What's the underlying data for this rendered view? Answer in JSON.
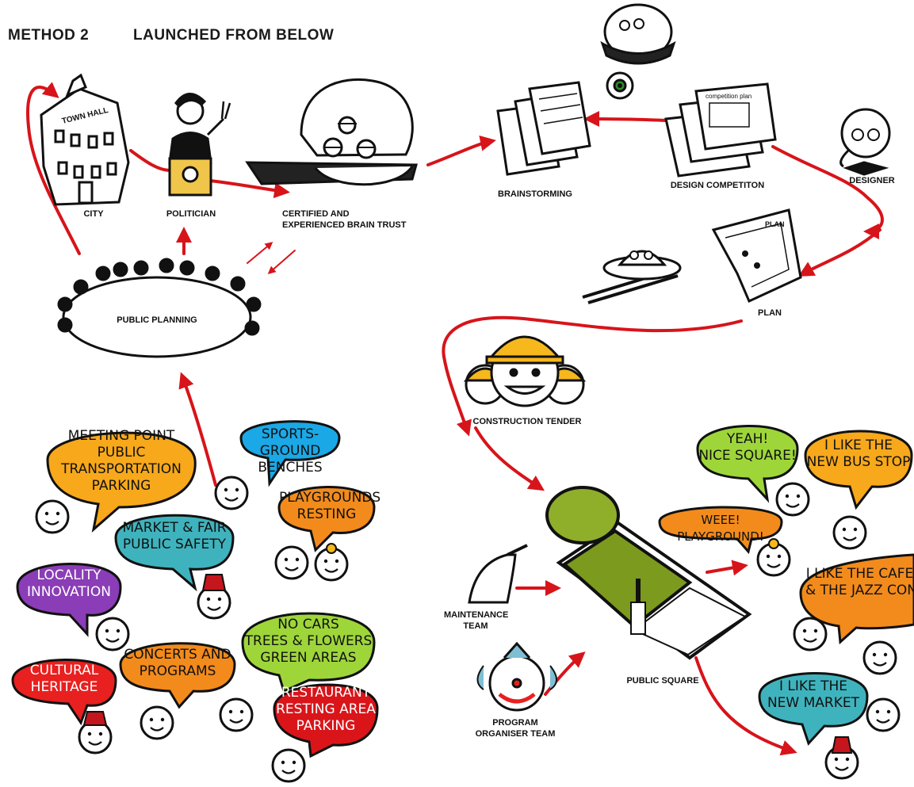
{
  "header": {
    "method": "METHOD 2",
    "title": "LAUNCHED FROM BELOW"
  },
  "nodes": {
    "city": "CITY",
    "town_hall_sign": "TOWN HALL",
    "politician": "POLITICIAN",
    "brain_trust_line1": "CERTIFIED AND",
    "brain_trust_line2": "EXPERIENCED BRAIN TRUST",
    "brainstorming": "BRAINSTORMING",
    "design_competition": "DESIGN COMPETITON",
    "competition_sheet": "competition plan",
    "designer": "DESIGNER",
    "plan": "PLAN",
    "plan_sheet": "PLAN",
    "construction_tender": "CONSTRUCTION TENDER",
    "public_planning": "PUBLIC PLANNING",
    "public_square": "PUBLIC SQUARE",
    "maintenance_line1": "MAINTENANCE",
    "maintenance_line2": "TEAM",
    "program_line1": "PROGRAM",
    "program_line2": "ORGANISER TEAM"
  },
  "bubbles": [
    {
      "lines": [
        "MEETING POINT",
        "PUBLIC TRANSPORTATION",
        "PARKING"
      ],
      "color": "#f7a81b"
    },
    {
      "lines": [
        "SPORTS-GROUND",
        "BENCHES"
      ],
      "color": "#1aa8e6"
    },
    {
      "lines": [
        "PLAYGROUNDS",
        "RESTING"
      ],
      "color": "#f28b1c"
    },
    {
      "lines": [
        "MARKET & FAIR",
        "PUBLIC SAFETY"
      ],
      "color": "#3fb3bd"
    },
    {
      "lines": [
        "LOCALITY",
        "INNOVATION"
      ],
      "color": "#8a3db6"
    },
    {
      "lines": [
        "NO CARS",
        "TREES & FLOWERS",
        "GREEN AREAS"
      ],
      "color": "#9ed63a"
    },
    {
      "lines": [
        "CONCERTS AND",
        "PROGRAMS"
      ],
      "color": "#f28b1c"
    },
    {
      "lines": [
        "CULTURAL",
        "HERITAGE"
      ],
      "color": "#e8201f"
    },
    {
      "lines": [
        "RESTAURANT",
        "RESTING AREA",
        "PARKING"
      ],
      "color": "#d9151a"
    },
    {
      "lines": [
        "YEAH!",
        "NICE SQUARE!"
      ],
      "color": "#9ed63a"
    },
    {
      "lines": [
        "I LIKE THE",
        "NEW BUS STOP"
      ],
      "color": "#f7a81b"
    },
    {
      "lines": [
        "WEEE! PLAYGROUND!"
      ],
      "color": "#f28b1c"
    },
    {
      "lines": [
        "I LIKE THE CAFE",
        "& THE JAZZ CONCE"
      ],
      "color": "#f28b1c"
    },
    {
      "lines": [
        "I LIKE THE",
        "NEW MARKET"
      ],
      "color": "#3fb3bd"
    }
  ],
  "colors": {
    "flow_arrow": "#d7141a",
    "podium": "#f0c64a",
    "helmet": "#f6b81c",
    "grass": "#7c9a1e"
  },
  "icons": [
    "town-hall-icon",
    "politician-icon",
    "brain-trust-shell-icon",
    "spy-eye-icon",
    "newspaper-stack-icon",
    "competition-plans-icon",
    "designer-face-icon",
    "plan-map-icon",
    "flying-saucer-icon",
    "construction-workers-icon",
    "round-table-icon",
    "broom-icon",
    "clown-face-icon",
    "public-square-icon"
  ]
}
